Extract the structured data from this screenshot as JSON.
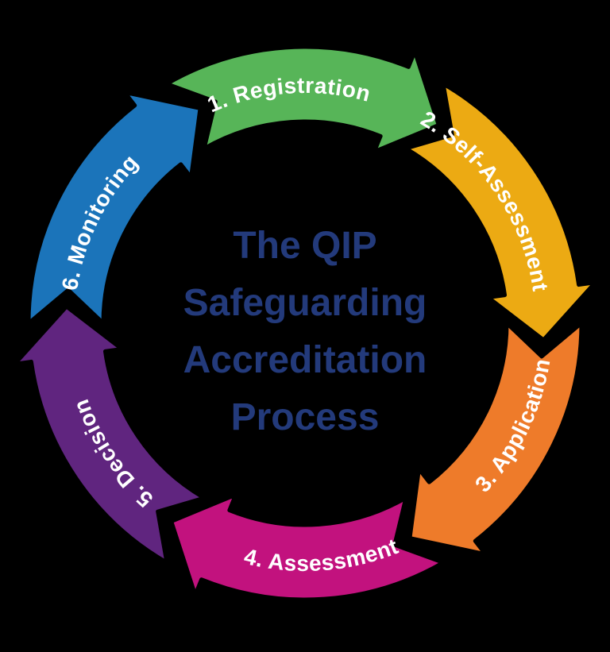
{
  "background_color": "#000000",
  "title": {
    "text": "The QIP Safeguarding Accreditation Process",
    "lines": [
      "The QIP",
      "Safeguarding",
      "Accreditation",
      "Process"
    ],
    "color": "#233a7b"
  },
  "diagram": {
    "type": "circular-process-cycle",
    "direction": "clockwise",
    "label_color": "#ffffff",
    "segments": [
      {
        "order": 1,
        "label": "1. Registration",
        "color": "#57b558",
        "text_flipped": false
      },
      {
        "order": 2,
        "label": "2. Self-Assessment",
        "color": "#ecaa13",
        "text_flipped": false
      },
      {
        "order": 3,
        "label": "3. Application",
        "color": "#ee7b2a",
        "text_flipped": true
      },
      {
        "order": 4,
        "label": "4. Assessment",
        "color": "#c2127e",
        "text_flipped": true
      },
      {
        "order": 5,
        "label": "5. Decision",
        "color": "#60257f",
        "text_flipped": false
      },
      {
        "order": 6,
        "label": "6. Monitoring",
        "color": "#1b74ba",
        "text_flipped": false
      }
    ]
  }
}
